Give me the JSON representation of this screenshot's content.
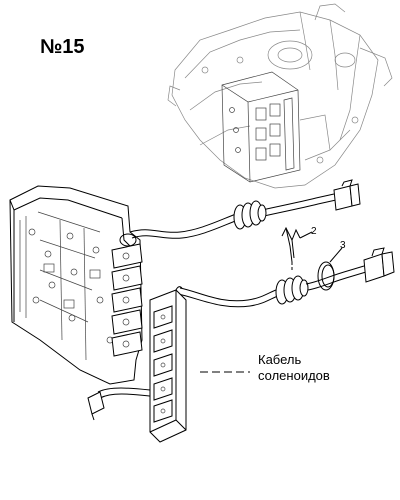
{
  "figure": {
    "number": "№15"
  },
  "callouts": {
    "ref_2": "2",
    "ref_3": "3",
    "cable_line1": "Кабель",
    "cable_line2": "соленоидов"
  }
}
